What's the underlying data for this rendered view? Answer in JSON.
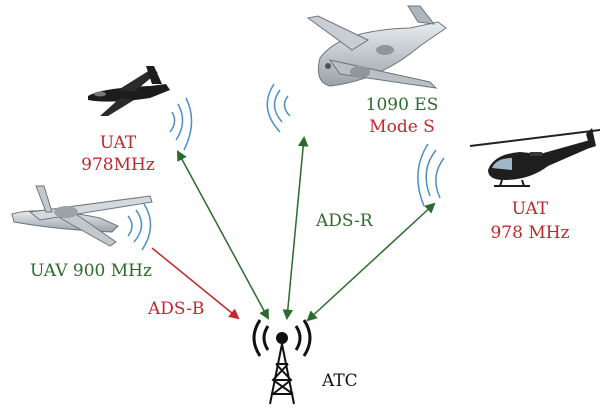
{
  "colors": {
    "red": "#c0272d",
    "green": "#2d6a2d",
    "signal_blue": "#4a8fc7",
    "tower": "#111111"
  },
  "labels": {
    "uat_left_line1": "UAT",
    "uat_left_line2": "978MHz",
    "es_line1": "1090 ES",
    "es_line2": "Mode S",
    "uat_right_line1": "UAT",
    "uat_right_line2": "978 MHz",
    "uav": "UAV 900 MHz",
    "ads_b": "ADS-B",
    "ads_r": "ADS-R",
    "atc": "ATC"
  },
  "icons": {
    "business_jet": "business-jet-icon",
    "airliner": "turboprop-airliner-icon",
    "uav": "uav-icon",
    "helicopter": "helicopter-icon",
    "tower": "radio-tower-icon"
  }
}
